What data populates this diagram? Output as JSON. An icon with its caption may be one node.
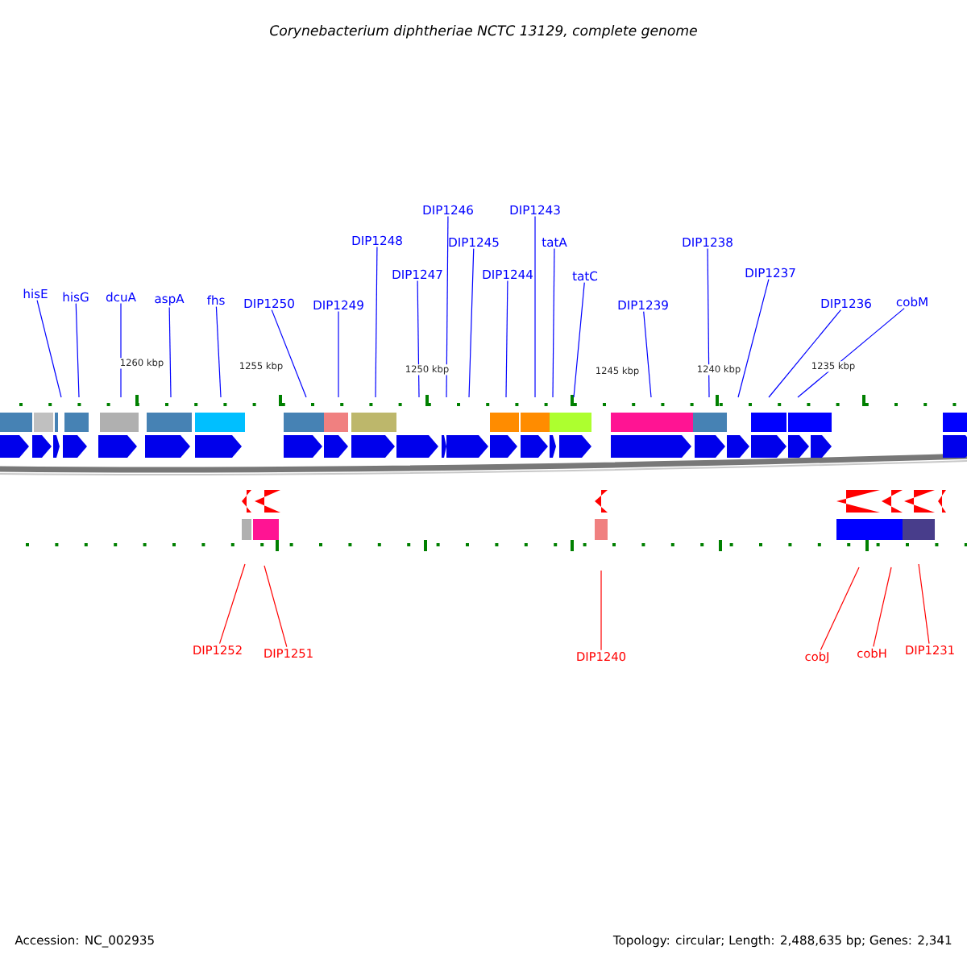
{
  "diagram": {
    "title": "Corynebacterium diphtheriae NCTC 13129, complete genome",
    "nodes": [
      {
        "text": [
          "hisE"
        ]
      },
      {
        "text": [
          "hisG"
        ]
      },
      {
        "text": [
          "dcuA"
        ]
      },
      {
        "text": [
          "aspA"
        ]
      },
      {
        "text": [
          "fhs"
        ]
      },
      {
        "text": [
          "DIP1250"
        ]
      },
      {
        "text": [
          "DIP1249"
        ]
      },
      {
        "text": [
          "DIP1248"
        ]
      },
      {
        "text": [
          "DIP1247"
        ]
      },
      {
        "text": [
          "DIP1246"
        ]
      },
      {
        "text": [
          "DIP1245"
        ]
      },
      {
        "text": [
          "DIP1244"
        ]
      },
      {
        "text": [
          "DIP1243"
        ]
      },
      {
        "text": [
          "tatA"
        ]
      },
      {
        "text": [
          "tatC"
        ]
      },
      {
        "text": [
          "DIP1239"
        ]
      },
      {
        "text": [
          "DIP1238"
        ]
      },
      {
        "text": [
          "DIP1237"
        ]
      },
      {
        "text": [
          "DIP1236"
        ]
      },
      {
        "text": [
          "cobM"
        ]
      },
      {
        "text": [
          "DIP1252"
        ]
      },
      {
        "text": [
          "DIP1251"
        ]
      },
      {
        "text": [
          "DIP1240"
        ]
      },
      {
        "text": [
          "cobJ"
        ]
      },
      {
        "text": [
          "cobH"
        ]
      },
      {
        "text": [
          "DIP1231"
        ]
      }
    ],
    "edges": [
      {
        "from": 0,
        "to": null,
        "arrow": "none"
      },
      {
        "from": 1,
        "to": null,
        "arrow": "none"
      },
      {
        "from": 2,
        "to": null,
        "arrow": "none"
      },
      {
        "from": 3,
        "to": null,
        "arrow": "none"
      },
      {
        "from": 4,
        "to": null,
        "arrow": "none"
      },
      {
        "from": 5,
        "to": null,
        "arrow": "none"
      },
      {
        "from": 6,
        "to": null,
        "arrow": "none"
      },
      {
        "from": 7,
        "to": null,
        "arrow": "none"
      },
      {
        "from": 8,
        "to": null,
        "arrow": "none"
      },
      {
        "from": 9,
        "to": null,
        "arrow": "none"
      },
      {
        "from": 10,
        "to": null,
        "arrow": "none"
      },
      {
        "from": 11,
        "to": null,
        "arrow": "none"
      },
      {
        "from": 12,
        "to": null,
        "arrow": "none"
      },
      {
        "from": 13,
        "to": null,
        "arrow": "none"
      },
      {
        "from": 14,
        "to": null,
        "arrow": "none"
      },
      {
        "from": 15,
        "to": null,
        "arrow": "none"
      },
      {
        "from": 16,
        "to": null,
        "arrow": "none"
      },
      {
        "from": 17,
        "to": null,
        "arrow": "none"
      },
      {
        "from": 18,
        "to": null,
        "arrow": "none"
      },
      {
        "from": 19,
        "to": null,
        "arrow": "none"
      },
      {
        "from": 20,
        "to": null,
        "arrow": "none",
        "color": "#ff0000"
      },
      {
        "from": 21,
        "to": null,
        "arrow": "none",
        "color": "#ff0000"
      },
      {
        "from": 22,
        "to": null,
        "arrow": "none",
        "color": "#ff0000"
      },
      {
        "from": 23,
        "to": null,
        "arrow": "none",
        "color": "#ff0000"
      },
      {
        "from": 24,
        "to": null,
        "arrow": "none",
        "color": "#ff0000"
      },
      {
        "from": 25,
        "to": null,
        "arrow": "none",
        "color": "#ff0000"
      }
    ],
    "labels": [
      "1260 kbp",
      "1255 kbp",
      "1250 kbp",
      "1245 kbp",
      "1240 kbp",
      "1235 kbp",
      "Accession: NC_002935",
      "Topology: circular; Length: 2,488,635 bp; Genes: 2,341"
    ]
  }
}
